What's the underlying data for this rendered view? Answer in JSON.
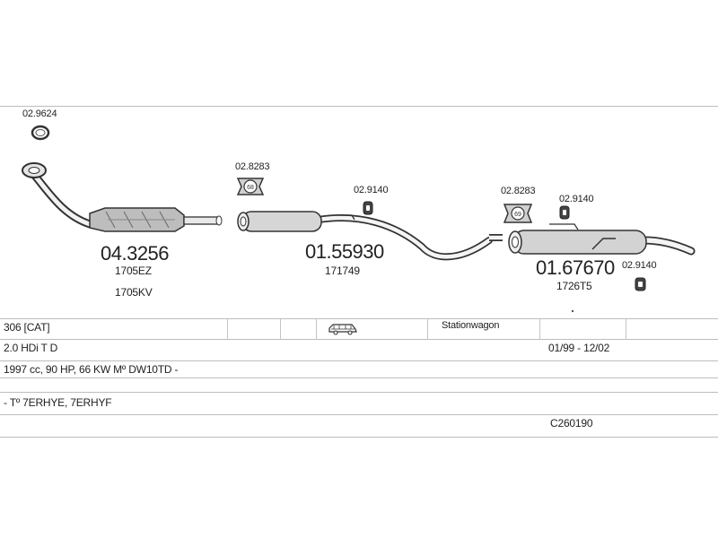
{
  "parts": {
    "gasket": {
      "code": "02.9624"
    },
    "catalyst": {
      "code": "04.3256",
      "ref1": "1705EZ",
      "ref2": "1705KV"
    },
    "clamp_front": {
      "code": "02.8283"
    },
    "hanger_mid": {
      "code": "02.9140"
    },
    "middle_silencer": {
      "code": "01.55930",
      "ref1": "171749"
    },
    "clamp_rear": {
      "code": "02.8283"
    },
    "hanger_rear_top": {
      "code": "02.9140"
    },
    "rear_silencer": {
      "code": "01.67670",
      "ref1": "1726T5"
    },
    "hanger_rear_low": {
      "code": "02.9140"
    }
  },
  "vehicle": {
    "model": "306  [CAT]",
    "body_type": "Stationwagon",
    "body_icon": "car-icon",
    "engine": "2.0 HDi T D",
    "years": "01/99 - 12/02",
    "engine_details": "1997 cc, 90 HP, 66 KW Mº DW10TD -",
    "type_codes": "- Tº 7ERHYE, 7ERHYF",
    "catalog_code": "C260190"
  },
  "colors": {
    "line": "#333333",
    "rule": "#bdbdbd"
  }
}
